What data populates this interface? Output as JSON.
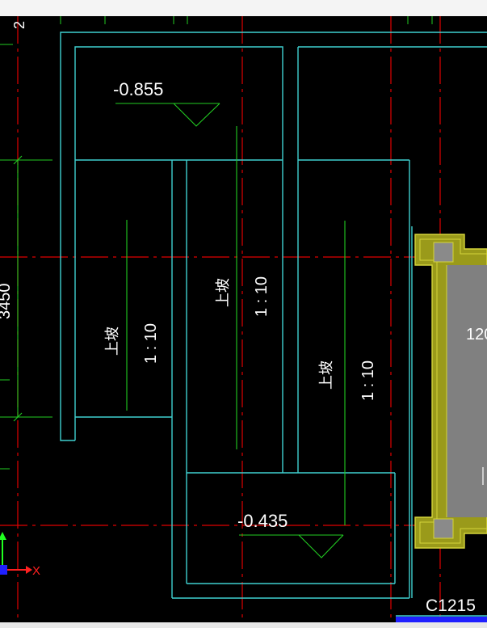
{
  "drawing": {
    "elevation_top": "-0.855",
    "elevation_bottom": "-0.435",
    "ramp_label": "上坡",
    "ramp_ratio": "1 : 10",
    "dimension_left": "3450",
    "dimension_right": "120",
    "window_tag": "C1215",
    "axis_x": "X",
    "ruler_mark": "2"
  },
  "colors": {
    "background": "#000000",
    "wall": "#3fd0d0",
    "axis_grid": "#e00000",
    "dimension": "#22cc22",
    "text": "#ffffff",
    "column_fill": "#8a8a8a",
    "column_outline": "#d4d43a",
    "ucs_x": "#ff2020",
    "ucs_y": "#20ff20",
    "ucs_z": "#2020ff"
  }
}
